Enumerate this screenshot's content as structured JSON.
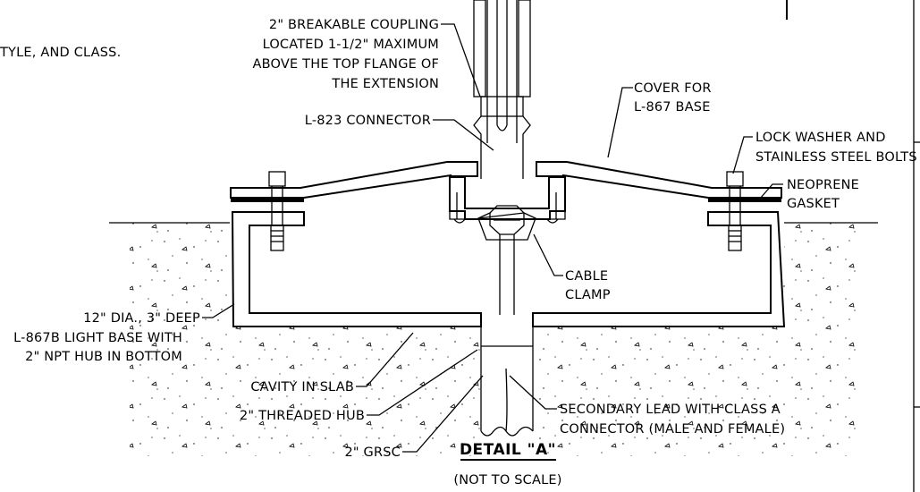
{
  "notes": {
    "top_left_fragment": "TYLE, AND CLASS."
  },
  "labels": {
    "coupling": [
      "2\" BREAKABLE COUPLING",
      "LOCATED 1-1/2\" MAXIMUM",
      "ABOVE THE TOP FLANGE OF",
      "THE EXTENSION"
    ],
    "connector": "L-823 CONNECTOR",
    "cover": [
      "COVER FOR",
      "L-867 BASE"
    ],
    "lock_washer": [
      "LOCK WASHER AND",
      "STAINLESS STEEL BOLTS"
    ],
    "gasket": [
      "NEOPRENE",
      "GASKET"
    ],
    "cable_clamp": [
      "CABLE",
      "CLAMP"
    ],
    "light_base": [
      "12\" DIA., 3\" DEEP",
      "L-867B LIGHT BASE WITH",
      "2\" NPT HUB IN BOTTOM"
    ],
    "cavity": "CAVITY IN SLAB",
    "secondary_lead": [
      "SECONDARY LEAD WITH CLASS A",
      "CONNECTOR (MALE AND FEMALE)"
    ],
    "threaded_hub": "2\" THREADED HUB",
    "grsc": "2\" GRSC"
  },
  "title": {
    "main": "DETAIL \"A\"",
    "sub": "(NOT TO SCALE)"
  }
}
